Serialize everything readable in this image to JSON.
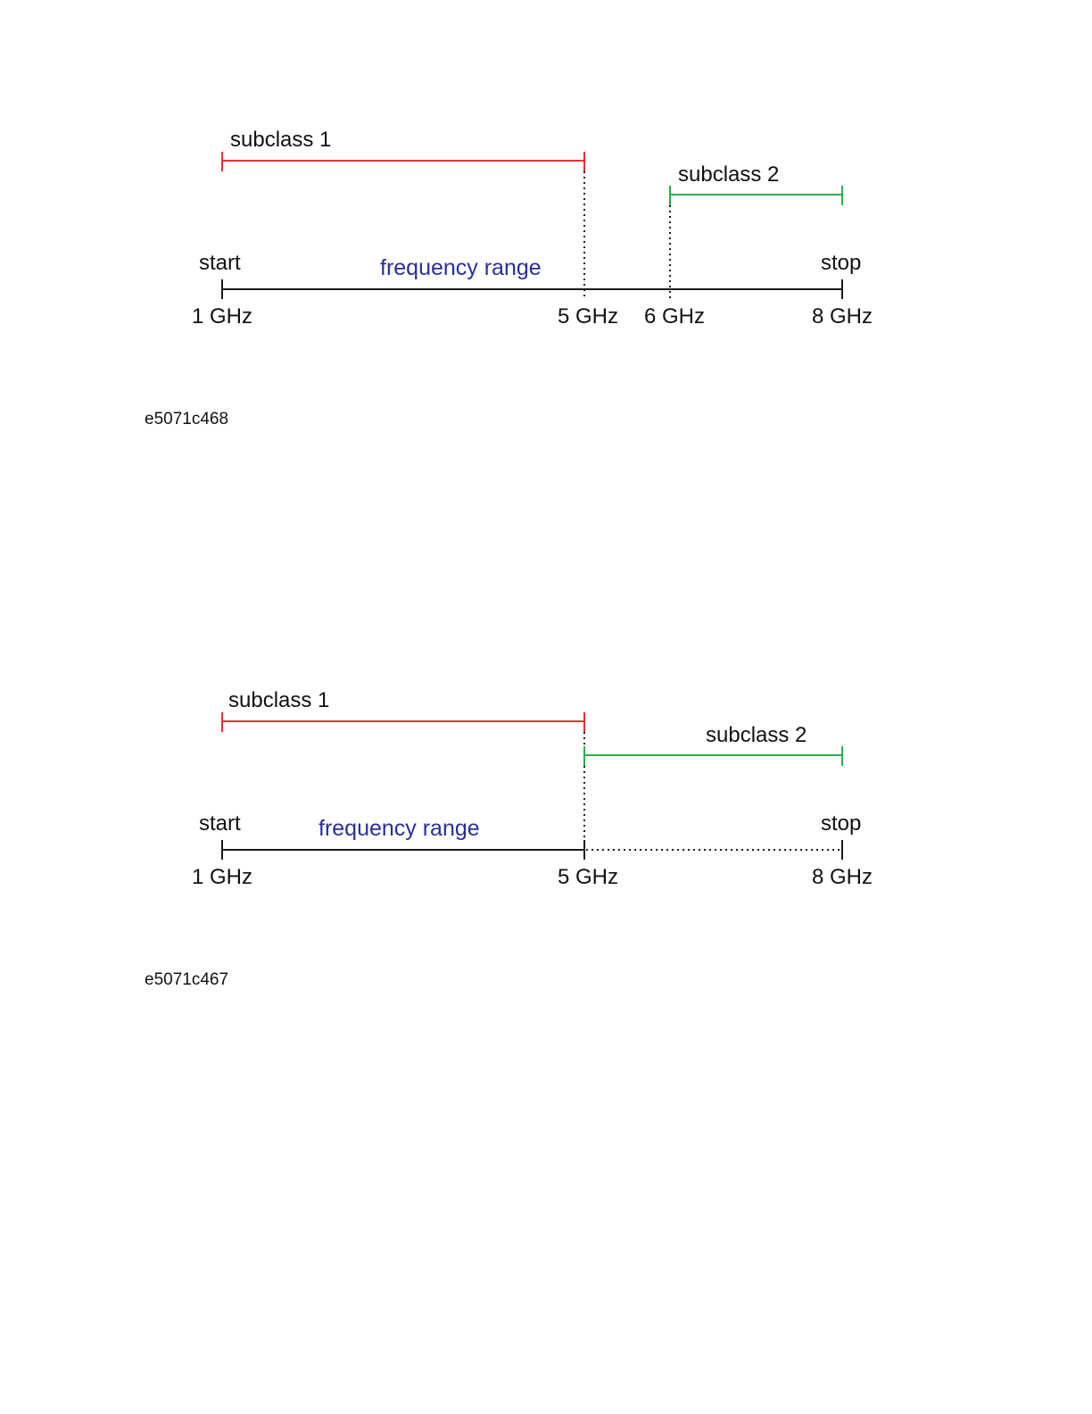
{
  "colors": {
    "subclass1": "#e8303a",
    "subclass2": "#2bb04a",
    "axis": "#1a1a1a",
    "range_label": "#2a2f9c",
    "text": "#111111"
  },
  "diagrams": [
    {
      "id_label": "e5071c468",
      "subclass1_label": "subclass 1",
      "subclass2_label": "subclass 2",
      "start_label": "start",
      "stop_label": "stop",
      "range_label": "frequency range",
      "ticks": [
        "1 GHz",
        "5 GHz",
        "6 GHz",
        "8 GHz"
      ],
      "subclass1_span_ghz": [
        1,
        5
      ],
      "subclass2_span_ghz": [
        6,
        8
      ]
    },
    {
      "id_label": "e5071c467",
      "subclass1_label": "subclass 1",
      "subclass2_label": "subclass 2",
      "start_label": "start",
      "stop_label": "stop",
      "range_label": "frequency range",
      "ticks": [
        "1 GHz",
        "5 GHz",
        "8 GHz"
      ],
      "subclass1_span_ghz": [
        1,
        5
      ],
      "subclass2_span_ghz": [
        5,
        8
      ],
      "axis_dotted_from_ghz": 5
    }
  ]
}
